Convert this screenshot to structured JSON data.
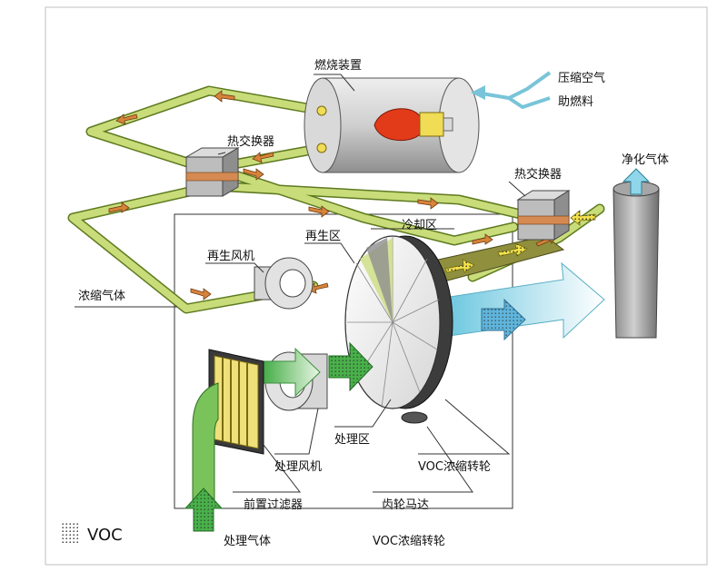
{
  "labels": {
    "combustion_device": "燃烧装置",
    "compressed_air": "压缩空气",
    "auxiliary_fuel": "助燃料",
    "heat_exchanger_left": "热交换器",
    "heat_exchanger_right": "热交换器",
    "purified_gas": "净化气体",
    "regen_zone": "再生区",
    "cooling_zone": "冷却区",
    "regen_fan": "再生风机",
    "concentrated_gas": "浓缩气体",
    "process_zone": "处理区",
    "process_fan": "处理风机",
    "voc_wheel_label": "VOC浓缩转轮",
    "pre_filter": "前置过滤器",
    "gear_motor": "齿轮马达",
    "process_gas": "处理气体",
    "voc_wheel_caption": "VOC浓缩转轮",
    "legend_voc": "VOC"
  },
  "colors": {
    "duct_green": "#c9dc7a",
    "duct_edge": "#5e7a1f",
    "arrow_orange": "#d8833a",
    "arrow_yellow": "#f2e04a",
    "arrow_cyan": "#8fd6ea",
    "arrow_green": "#49b04a",
    "flame": "#e23b1a",
    "burner_gold": "#f0dc55",
    "air_line": "#79c4d8"
  }
}
